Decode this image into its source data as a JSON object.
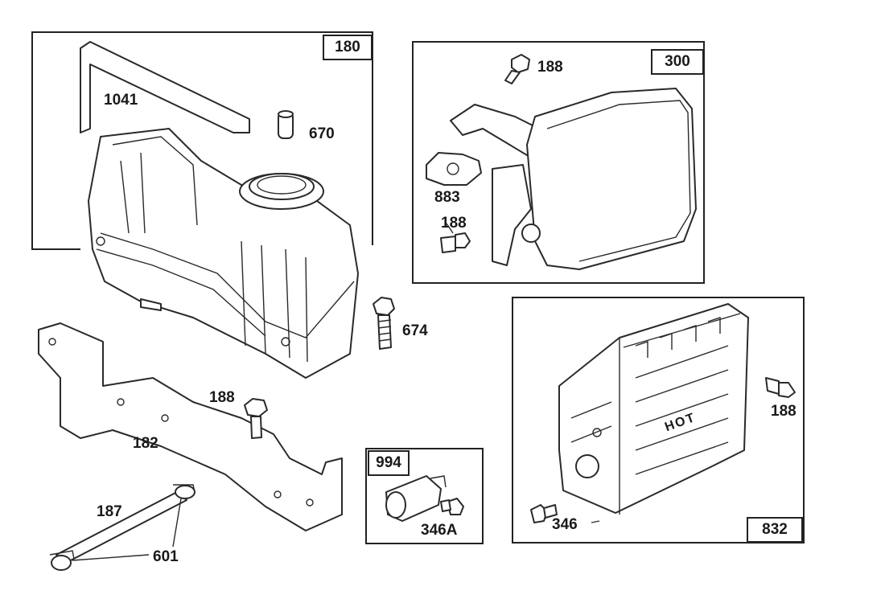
{
  "kits": {
    "k180": "180",
    "k300": "300",
    "k832": "832",
    "k994": "994"
  },
  "parts": {
    "p1041": "1041",
    "p670": "670",
    "p188a": "188",
    "p883": "883",
    "p188b": "188",
    "p674": "674",
    "p188c": "188",
    "p182": "182",
    "p187": "187",
    "p601": "601",
    "p346A": "346A",
    "p188d": "188",
    "p346": "346"
  },
  "decorations": {
    "heat_shield_stamp": "HOT"
  },
  "colors": {
    "ink": "#222222",
    "paper": "#ffffff"
  }
}
